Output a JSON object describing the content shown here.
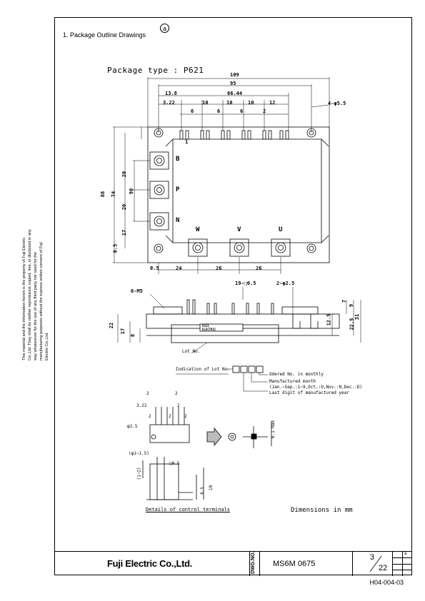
{
  "page": {
    "section_title": "1. Package Outline Drawings",
    "sheet_marker": "a",
    "package_type": "Package type : P621",
    "side_note": "This material and the information herein is the property of Fuji Electric Co.,Ltd. They shall be neither reproduced, copied, lent, or disclosed in any way whatsoever for the use of any third party nor used for the manufacturing purposes without the express written consent of Fuji Electric Co.,Ltd."
  },
  "drawing": {
    "top_view": {
      "dims": {
        "overall_length": "109",
        "mounting_pitch": "95",
        "d13_8": "13.8",
        "d66_44": "66.44",
        "d3_22": "3.22",
        "d10a": "10",
        "d10b": "10",
        "d10c": "10",
        "d12": "12",
        "d6a": "6",
        "d6b": "6",
        "d6c": "6",
        "d2": "2",
        "mount_holes": "4-φ5.5",
        "height_88": "88",
        "height_74": "74",
        "d20a": "20",
        "d20b": "20",
        "d90": "90",
        "d17": "17",
        "d0_5_left": "0.5",
        "d0_5_bottom": "0.5",
        "d24": "24",
        "d26a": "26",
        "d26b": "26",
        "pin_1": "1"
      },
      "terminals": [
        "B",
        "P",
        "N",
        "W",
        "V",
        "U"
      ]
    },
    "side_view": {
      "screws": "6-M5",
      "pins": "19-□0.5",
      "holes": "2-φ2.5",
      "d22": "22",
      "d17": "17",
      "d8": "8",
      "d7": "7",
      "d9": "9",
      "d12_5": "12.5",
      "d22r": "22.5",
      "d31": "31",
      "label_line1": "FUJI",
      "label_line2": "ELECTRIC",
      "lot_no": "Lot No."
    },
    "lot_info": {
      "title": "Indication of Lot No.",
      "lines": [
        "Odered No. in monthly",
        "Manufactured month",
        "(Jan.~Sep.:1~9,Oct.:O,Nov.:N,Dec.:D)",
        "Last digit of manufactured year"
      ]
    },
    "control_terminals": {
      "d2a": "2",
      "d2b": "2",
      "d3_22": "3.22",
      "d2c": "2",
      "d2d": "2",
      "d2e": "2",
      "d2f": "2",
      "phi2_5": "φ2.5",
      "max01": "0.1 max",
      "phi1_1_5": "(φ1~1.5)",
      "d1_2": "(1~2)",
      "sq0_5": "□0.5",
      "d8_5": "8.5",
      "d10": "10",
      "caption": "Details of control terminals",
      "units": "Dimensions in mm"
    }
  },
  "title_block": {
    "company": "Fuji Electric Co.,Ltd.",
    "dwg_label": "DWG.NO.",
    "dwg_no": "MS6M 0675",
    "sheet": "3",
    "total": "22",
    "rev": "a",
    "footer_code": "H04-004-03"
  }
}
